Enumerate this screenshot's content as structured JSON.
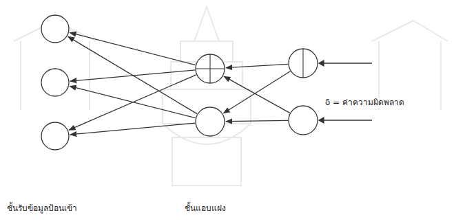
{
  "diagram": {
    "nodes": [
      {
        "text": []
      },
      {
        "text": []
      },
      {
        "text": []
      },
      {
        "text": []
      },
      {
        "text": []
      },
      {
        "text": []
      },
      {
        "text": []
      }
    ],
    "edges": [
      {
        "from": 3,
        "to": 0,
        "arrow": "to"
      },
      {
        "from": 3,
        "to": 1,
        "arrow": "to"
      },
      {
        "from": 3,
        "to": 2,
        "arrow": "to"
      },
      {
        "from": 4,
        "to": 0,
        "arrow": "to"
      },
      {
        "from": 4,
        "to": 1,
        "arrow": "to"
      },
      {
        "from": 4,
        "to": 2,
        "arrow": "to"
      },
      {
        "from": 5,
        "to": 3,
        "arrow": "to"
      },
      {
        "from": 5,
        "to": 4,
        "arrow": "to"
      },
      {
        "from": 6,
        "to": 3,
        "arrow": "to"
      },
      {
        "from": 6,
        "to": 4,
        "arrow": "to"
      }
    ],
    "labels": [
      "δ = ค่าความผิดพลาด",
      "ชั้นรับข้อมูลป้อนเข้า",
      "ชั้นแอบแฝง"
    ]
  }
}
